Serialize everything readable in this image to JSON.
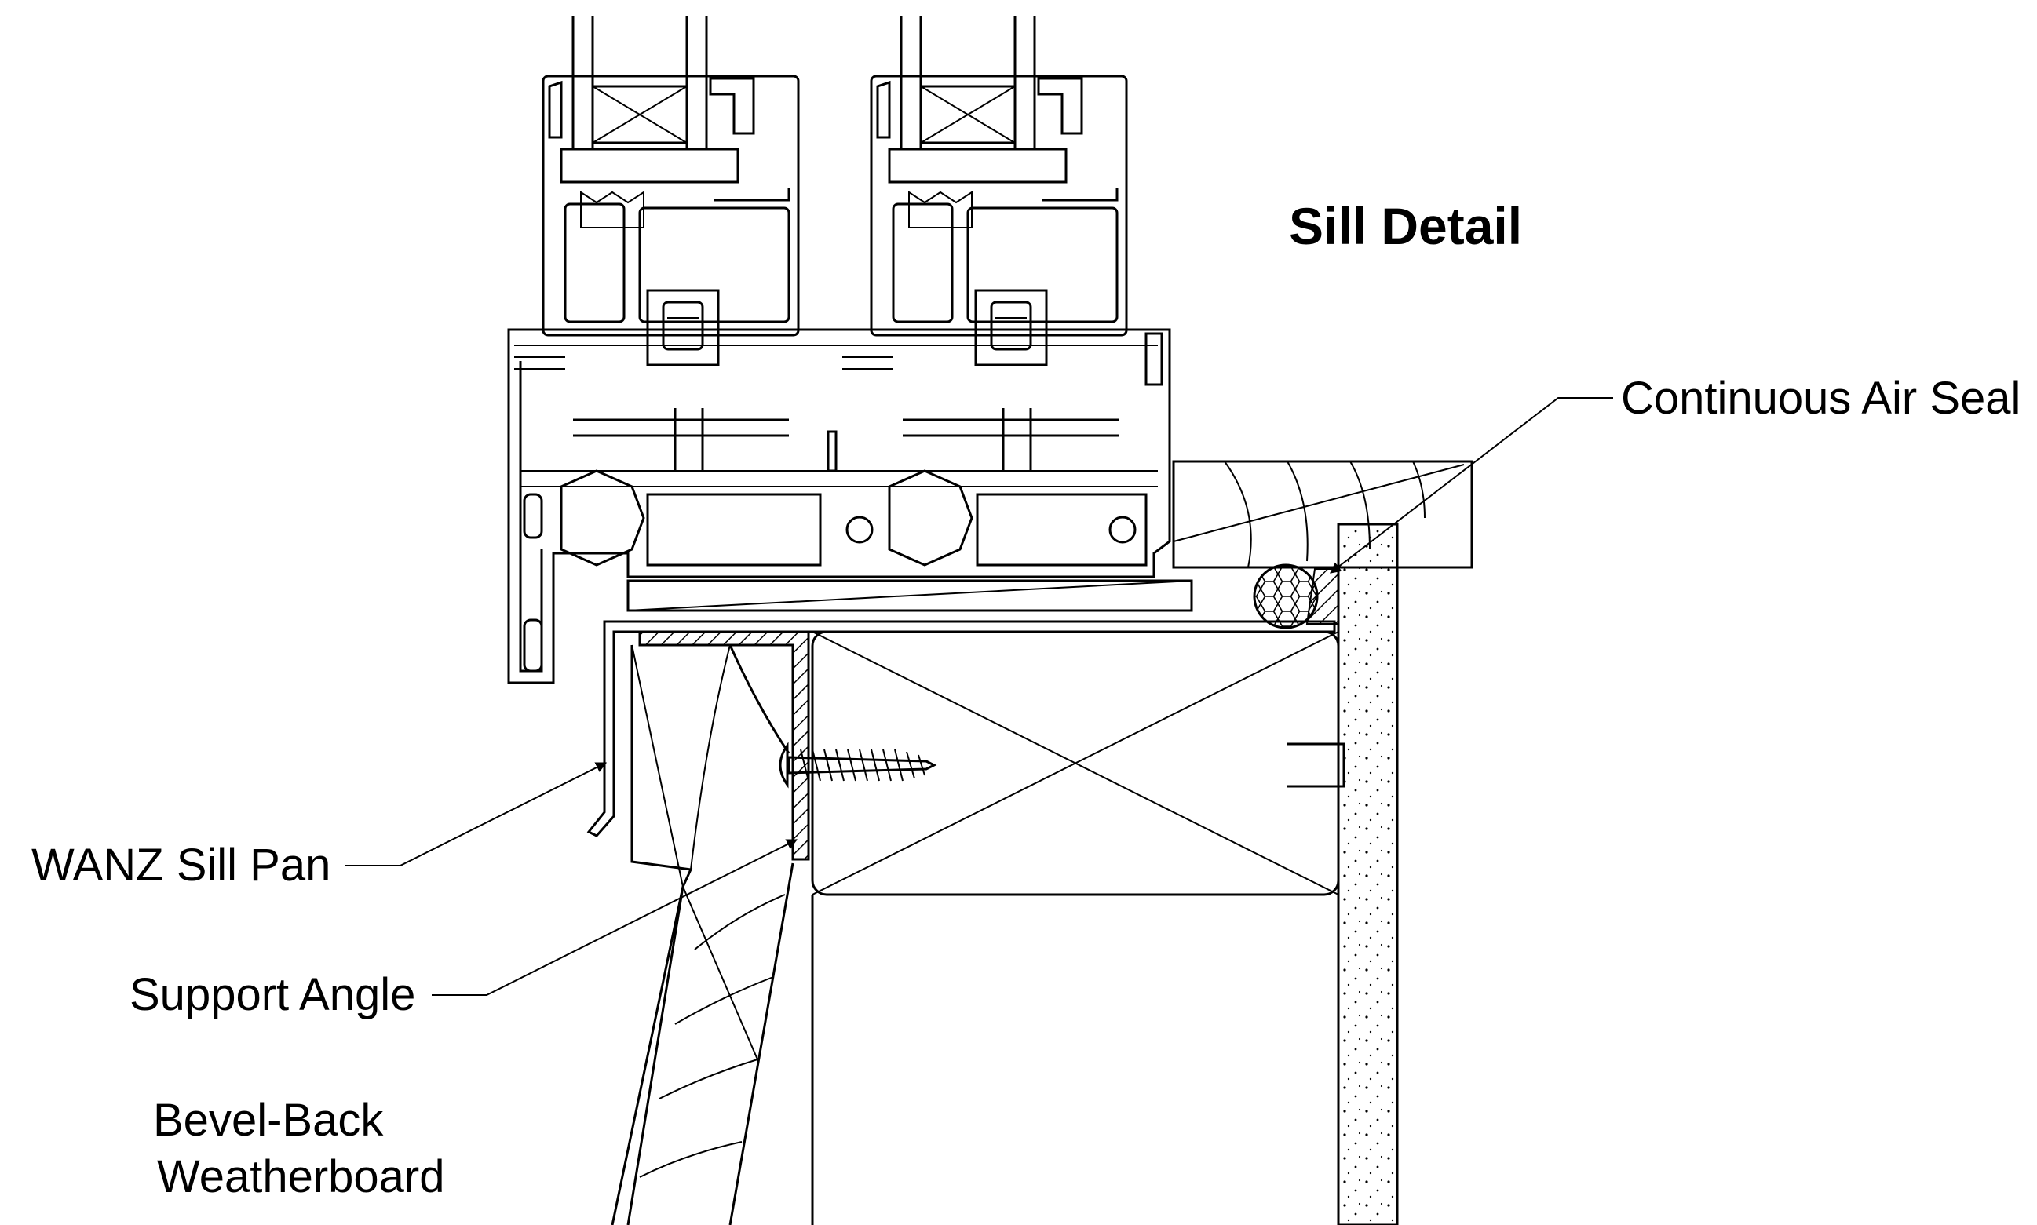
{
  "title": "Sill Detail",
  "labels": {
    "continuous_air_seal": "Continuous Air Seal",
    "sill_pan": "WANZ Sill Pan",
    "support_angle": "Support Angle",
    "weatherboard_line1": "Bevel-Back",
    "weatherboard_line2": "Weatherboard"
  },
  "colors": {
    "line": "#000000",
    "background": "#ffffff"
  }
}
